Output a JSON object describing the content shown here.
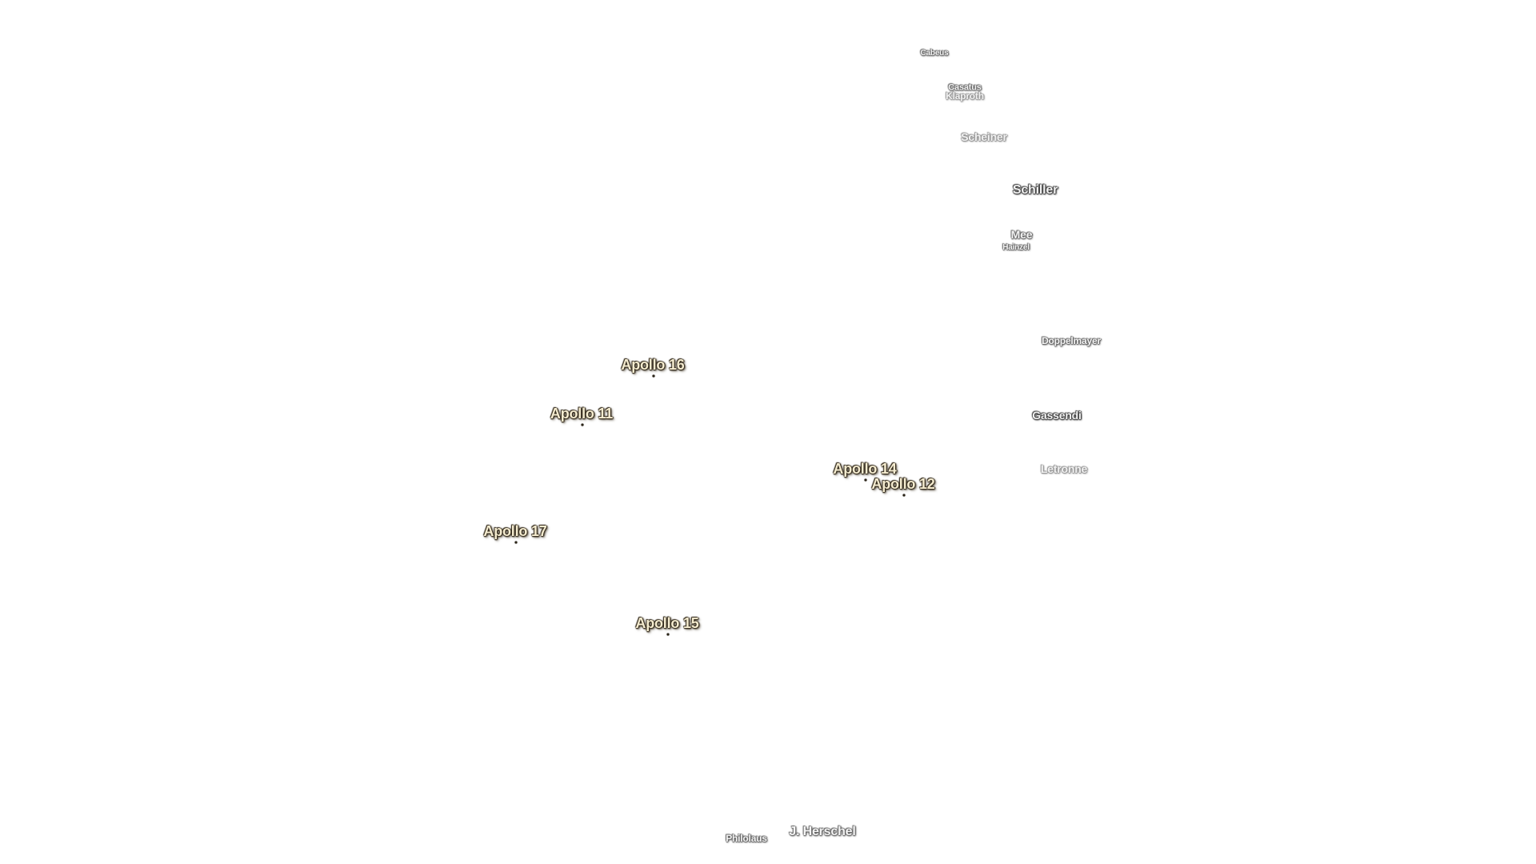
{
  "craters": [
    {
      "id": "cabeus",
      "name": "Cabeus",
      "size": "s10",
      "tone": "mid"
    },
    {
      "id": "casatus",
      "name": "Casatus",
      "size": "s11",
      "tone": "mid"
    },
    {
      "id": "klaproth",
      "name": "Klaproth",
      "size": "s12",
      "tone": "faint"
    },
    {
      "id": "scheiner",
      "name": "Scheiner",
      "size": "s14",
      "tone": "faint"
    },
    {
      "id": "schiller",
      "name": "Schiller",
      "size": "s16",
      "tone": ""
    },
    {
      "id": "mee",
      "name": "Mee",
      "size": "s14",
      "tone": "mid"
    },
    {
      "id": "hainzel",
      "name": "Hainzel",
      "size": "s10",
      "tone": "mid"
    },
    {
      "id": "doppelmayer",
      "name": "Doppelmayer",
      "size": "s12",
      "tone": "mid"
    },
    {
      "id": "gassendi",
      "name": "Gassendi",
      "size": "s14",
      "tone": ""
    },
    {
      "id": "letronne",
      "name": "Letronne",
      "size": "s14",
      "tone": "faint"
    },
    {
      "id": "philolaus",
      "name": "Philolaus",
      "size": "s12",
      "tone": "mid"
    },
    {
      "id": "j-herschel",
      "name": "J. Herschel",
      "size": "s16",
      "tone": "mid"
    }
  ],
  "apollo_sites": [
    {
      "id": "apollo-16",
      "name": "Apollo 16"
    },
    {
      "id": "apollo-11",
      "name": "Apollo 11"
    },
    {
      "id": "apollo-14",
      "name": "Apollo 14"
    },
    {
      "id": "apollo-12",
      "name": "Apollo 12"
    },
    {
      "id": "apollo-17",
      "name": "Apollo 17"
    },
    {
      "id": "apollo-15",
      "name": "Apollo 15"
    }
  ],
  "colors": {
    "background": "#ffffff",
    "crater_text": "#f2f2f2",
    "crater_halo": "#333333",
    "apollo_text": "#f5ecd0",
    "apollo_halo": "#2b2416"
  }
}
